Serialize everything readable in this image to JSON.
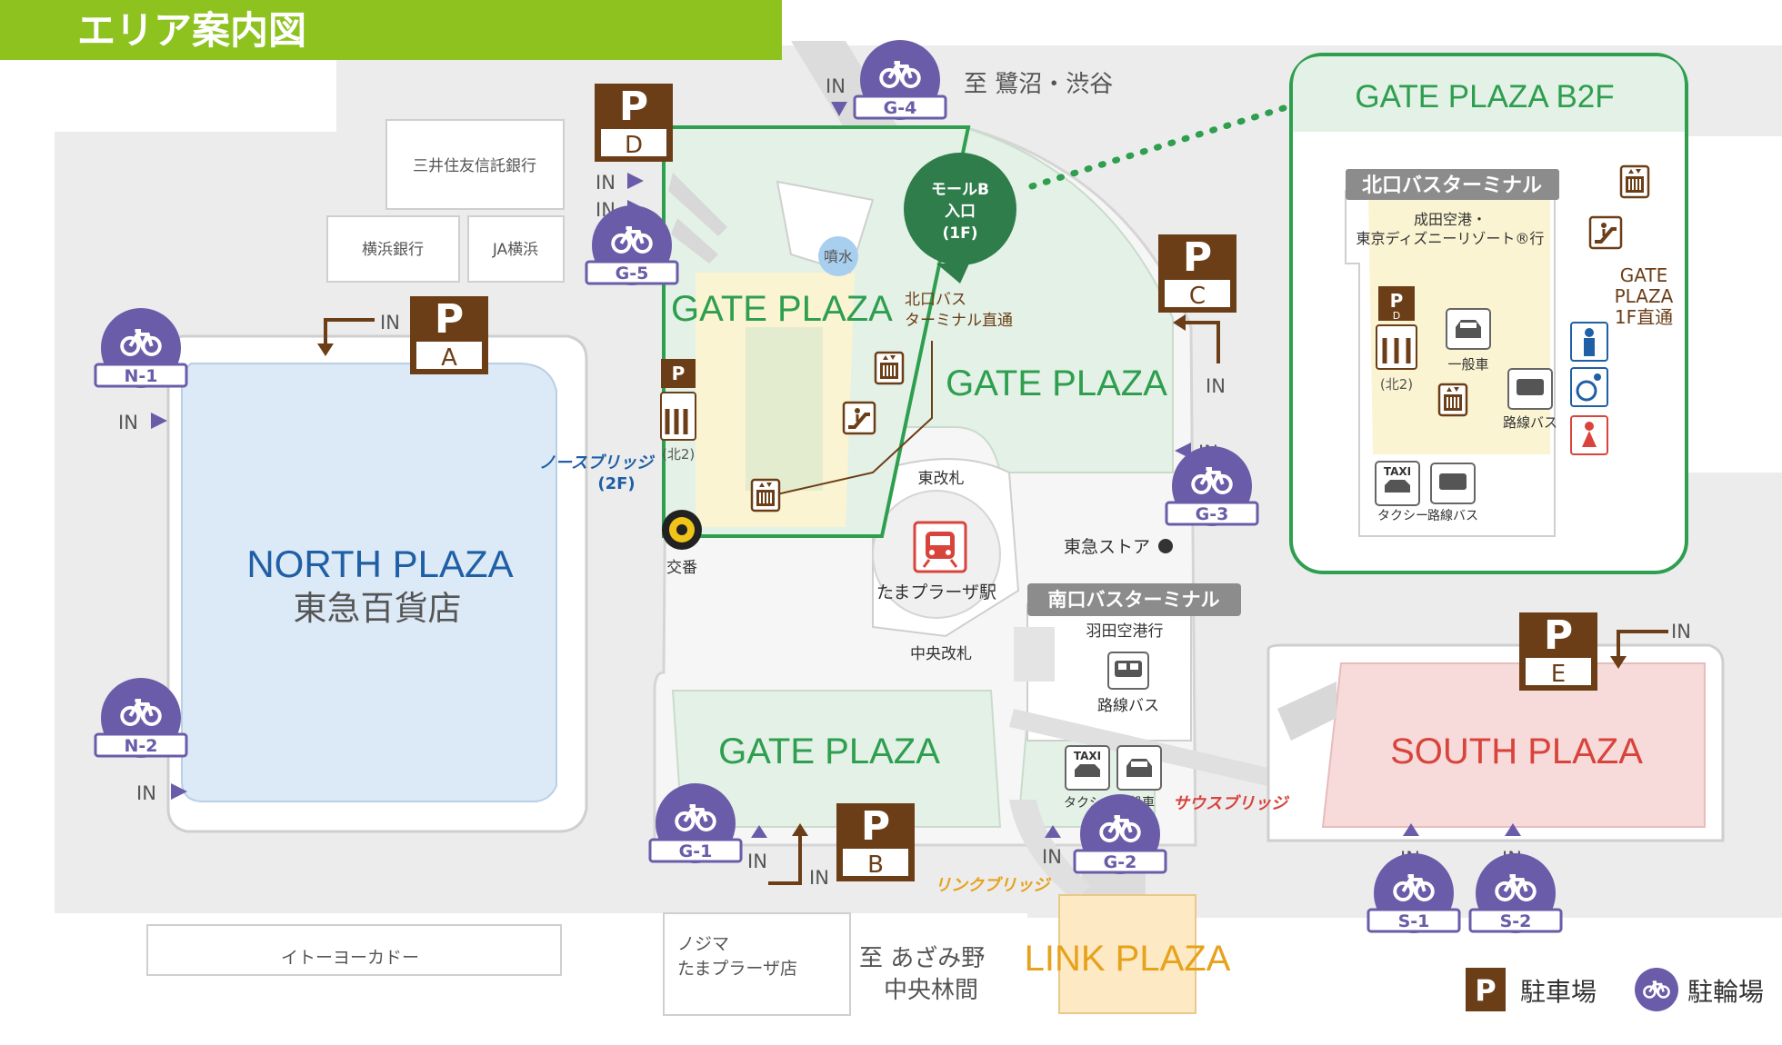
{
  "header": {
    "title": "エリア案内図",
    "bg_color": "#8dc21f"
  },
  "colors": {
    "gate_green": "#2e9e4f",
    "gate_fill": "#e4f1e6",
    "north_fill": "#dce9f6",
    "north_text": "#1f5fa6",
    "south_fill": "#f7dada",
    "south_text": "#d8443c",
    "link_fill": "#fde9c4",
    "link_text": "#e6a21b",
    "parking_brown": "#6b3e17",
    "bicycle_purple": "#6a5ca8",
    "road_gray": "#ececec"
  },
  "directions": {
    "north": "至 鷺沼・渋谷",
    "south_line1": "至 あざみ野",
    "south_line2": "中央林間"
  },
  "plazas": {
    "north_en": "NORTH PLAZA",
    "north_jp": "東急百貨店",
    "gate_top_left": "GATE PLAZA",
    "gate_top_right": "GATE PLAZA",
    "gate_bottom": "GATE PLAZA",
    "south": "SOUTH PLAZA",
    "link": "LINK PLAZA"
  },
  "buildings": {
    "mitsui": "三井住友信託銀行",
    "yokohama": "横浜銀行",
    "ja": "JA横浜",
    "itoyokado": "イトーヨーカドー",
    "nojima_line1": "ノジマ",
    "nojima_line2": "たまプラーザ店"
  },
  "parking": [
    {
      "letter": "P",
      "id": "D"
    },
    {
      "letter": "P",
      "id": "A"
    },
    {
      "letter": "P",
      "id": "C"
    },
    {
      "letter": "P",
      "id": "B"
    },
    {
      "letter": "P",
      "id": "E"
    }
  ],
  "bicycle": [
    "G-4",
    "G-5",
    "N-1",
    "N-2",
    "G-3",
    "G-1",
    "G-2",
    "S-1",
    "S-2"
  ],
  "in_label": "IN",
  "map_labels": {
    "fountain": "噴水",
    "north_bus_direct_1": "北口バス",
    "north_bus_direct_2": "ターミナル直通",
    "north_bridge_1": "ノースブリッジ",
    "north_bridge_2": "(2F)",
    "kita2": "(北2)",
    "koban": "交番",
    "east_gate": "東改札",
    "station": "たまプラーザ駅",
    "central_gate": "中央改札",
    "tokyu_store": "東急ストア",
    "south_bus_terminal": "南口バスターミナル",
    "haneda": "羽田空港行",
    "route_bus": "路線バス",
    "taxi": "タクシー",
    "general_car": "一般車",
    "taxi_sign": "TAXI",
    "south_bridge": "サウスブリッジ",
    "link_bridge": "リンクブリッジ"
  },
  "mall_b_entrance": {
    "line1": "モールB",
    "line2": "入口",
    "line3": "(1F)"
  },
  "b2f_inset": {
    "title": "GATE PLAZA B2F",
    "terminal": "北口バスターミナル",
    "dest_1": "成田空港・",
    "dest_2": "東京ディズニーリゾート®行",
    "direct_1": "GATE",
    "direct_2": "PLAZA",
    "direct_3": "1F直通",
    "general_car": "一般車",
    "route_bus": "路線バス",
    "kita2": "(北2)",
    "taxi": "タクシー",
    "taxi_sign": "TAXI",
    "p_letter": "P",
    "p_sub": "D"
  },
  "legend": {
    "parking_icon": "P",
    "parking": "駐車場",
    "bicycle": "駐輪場"
  },
  "icons": [
    "parking-icon",
    "bicycle-icon",
    "elevator-icon",
    "escalator-icon",
    "restroom-icon",
    "accessible-icon",
    "bus-icon",
    "taxi-icon",
    "car-icon",
    "police-box-icon",
    "train-icon"
  ]
}
